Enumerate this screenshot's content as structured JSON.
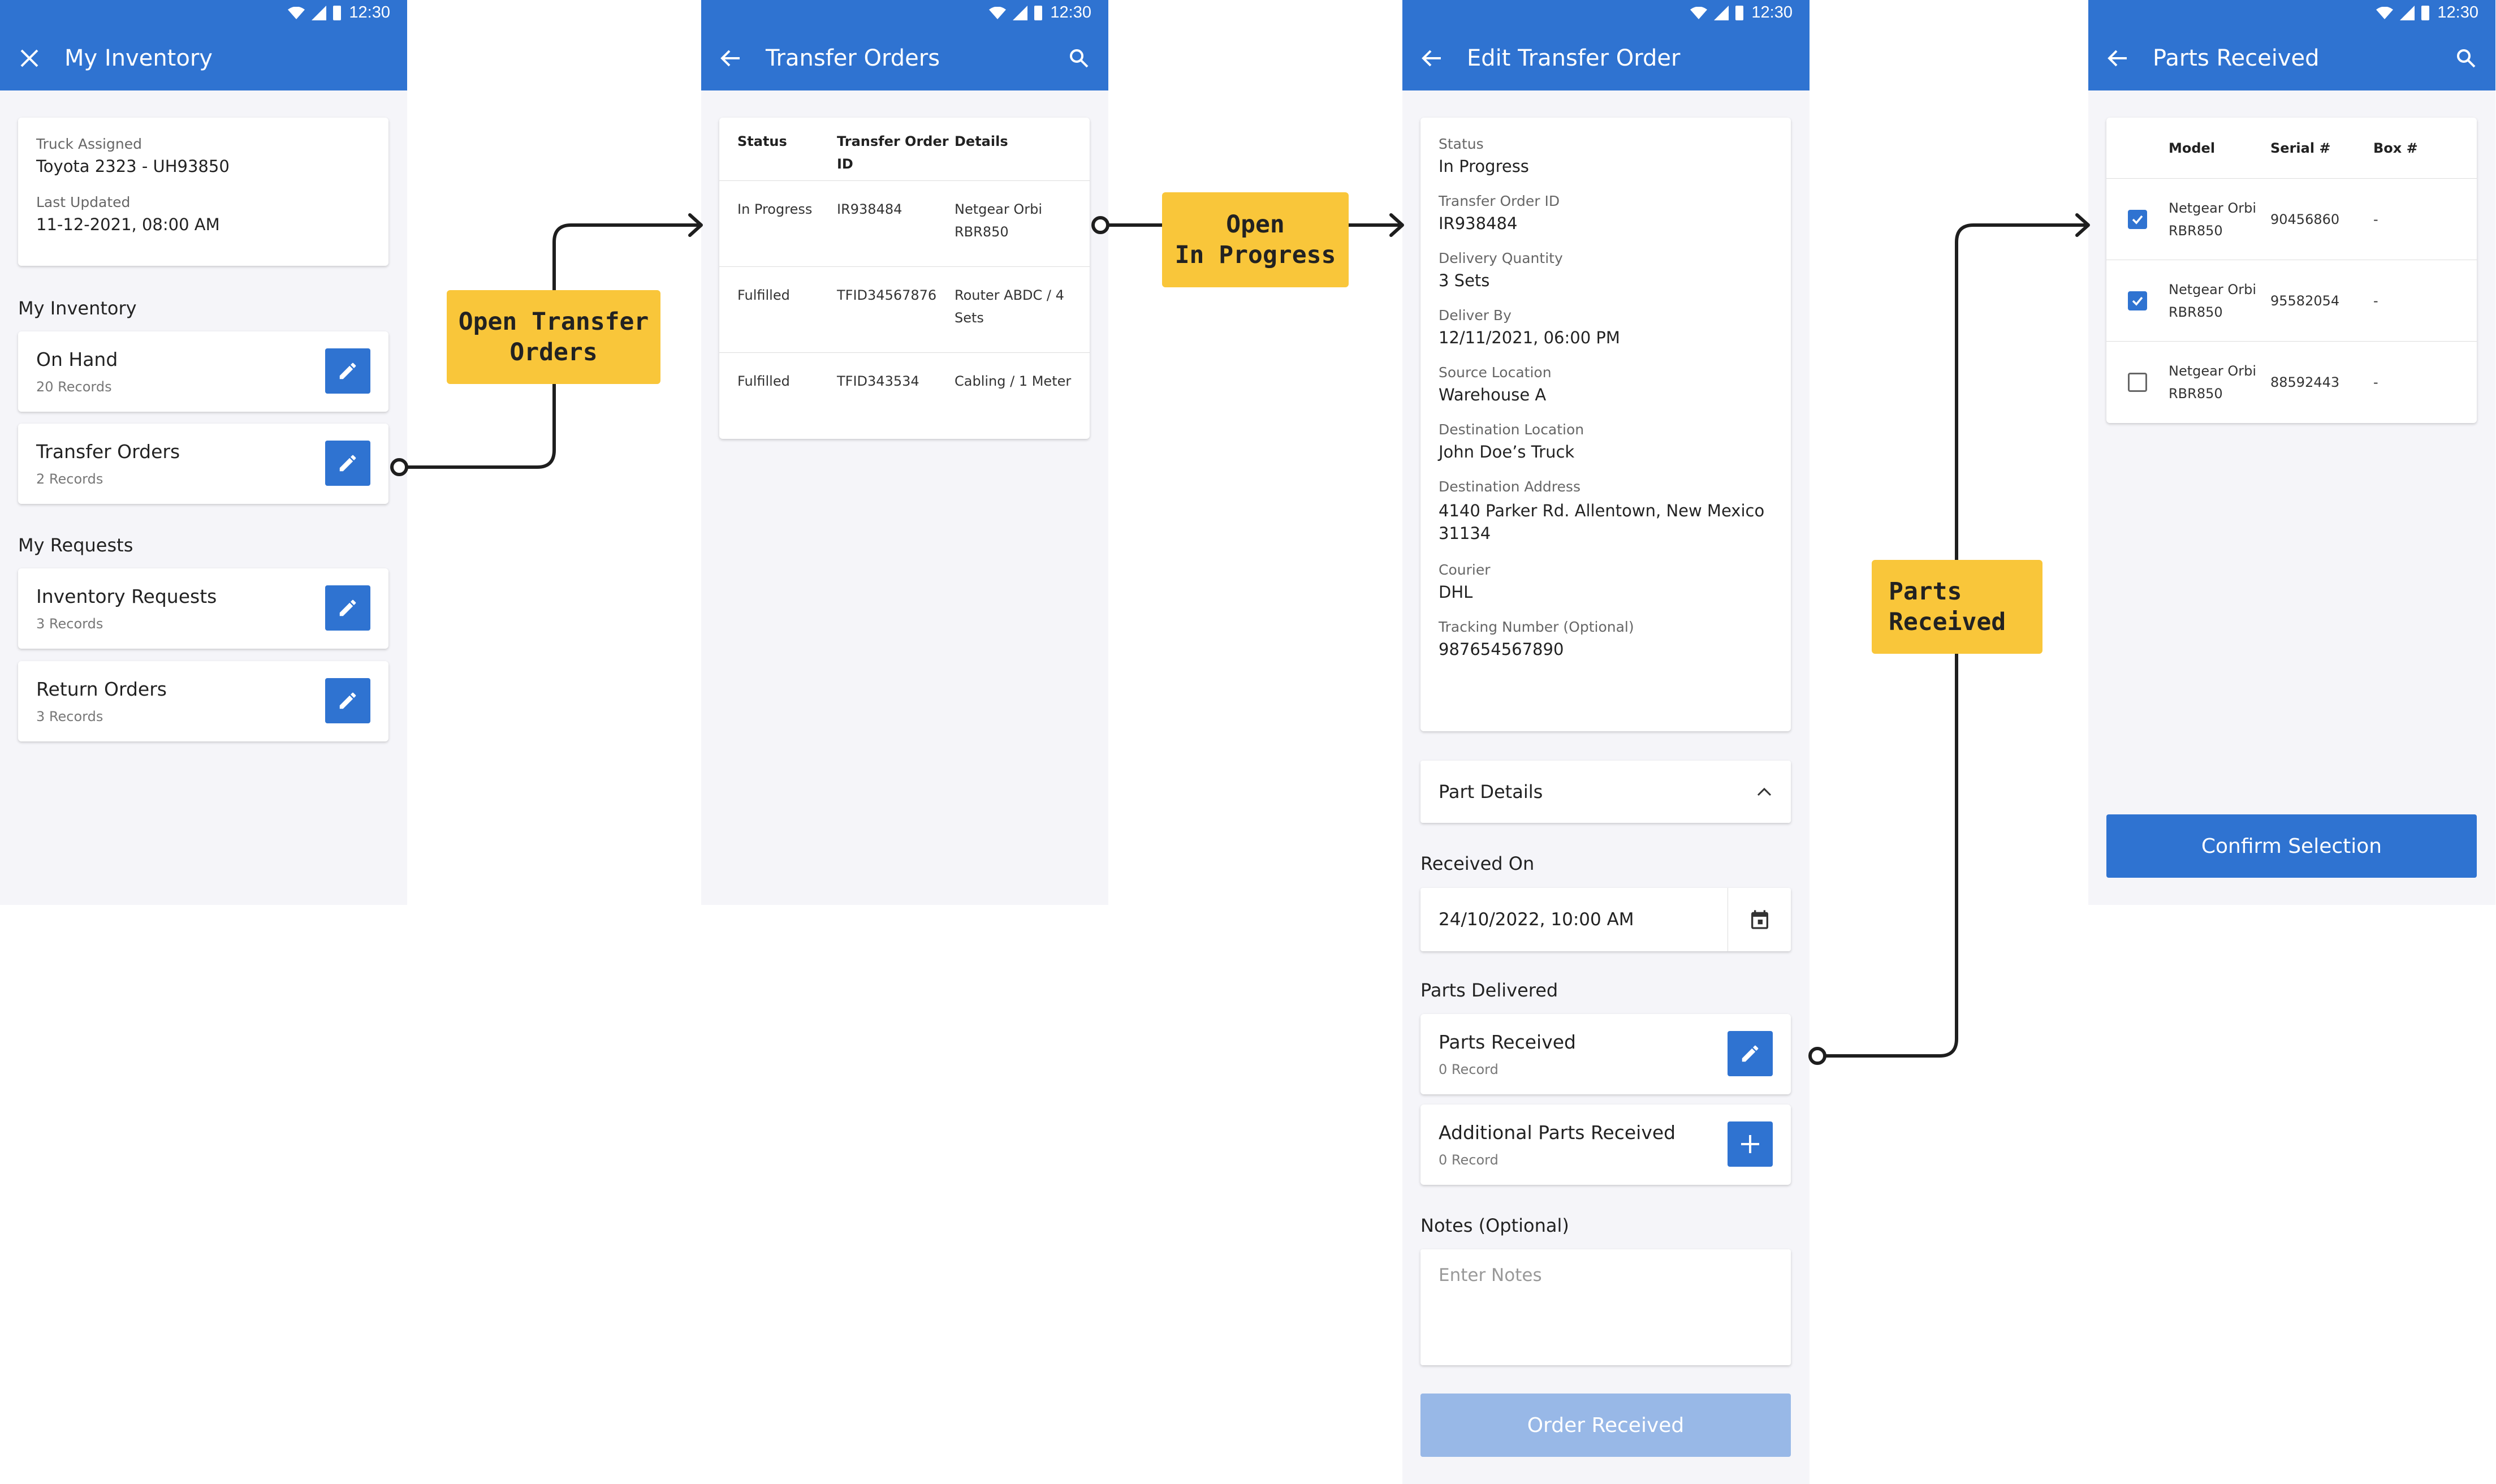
{
  "status_bar": {
    "time": "12:30"
  },
  "screen1": {
    "title": "My Inventory",
    "truck_card": {
      "truck_label": "Truck Assigned",
      "truck_value": "Toyota 2323 - UH93850",
      "updated_label": "Last Updated",
      "updated_value": "11-12-2021, 08:00 AM"
    },
    "inventory_section": "My Inventory",
    "inventory_items": [
      {
        "title": "On Hand",
        "sub": "20 Records"
      },
      {
        "title": "Transfer Orders",
        "sub": "2 Records"
      }
    ],
    "requests_section": "My Requests",
    "request_items": [
      {
        "title": "Inventory Requests",
        "sub": "3 Records"
      },
      {
        "title": "Return Orders",
        "sub": "3 Records"
      }
    ]
  },
  "screen2": {
    "title": "Transfer Orders",
    "columns": [
      "Status",
      "Transfer Order ID",
      "Details"
    ],
    "rows": [
      {
        "status": "In Progress",
        "id": "IR938484",
        "details": "Netgear Orbi RBR850"
      },
      {
        "status": "Fulfilled",
        "id": "TFID34567876",
        "details": "Router ABDC / 4 Sets"
      },
      {
        "status": "Fulfilled",
        "id": "TFID343534",
        "details": "Cabling / 1 Meter"
      }
    ]
  },
  "screen3": {
    "title": "Edit Transfer Order",
    "fields": [
      {
        "label": "Status",
        "value": "In Progress"
      },
      {
        "label": "Transfer Order ID",
        "value": "IR938484"
      },
      {
        "label": "Delivery Quantity",
        "value": "3 Sets"
      },
      {
        "label": "Deliver By",
        "value": "12/11/2021, 06:00 PM"
      },
      {
        "label": "Source Location",
        "value": "Warehouse A"
      },
      {
        "label": "Destination Location",
        "value": "John Doe’s Truck"
      },
      {
        "label": "Destination Address",
        "value": "4140 Parker Rd. Allentown, New Mexico 31134"
      },
      {
        "label": "Courier",
        "value": "DHL"
      },
      {
        "label": "Tracking Number (Optional)",
        "value": "987654567890"
      }
    ],
    "part_details": "Part Details",
    "received_on_label": "Received On",
    "received_on_value": "24/10/2022, 10:00 AM",
    "parts_delivered_label": "Parts Delivered",
    "parts_items": [
      {
        "title": "Parts Received",
        "sub": "0 Record"
      },
      {
        "title": "Additional Parts Received",
        "sub": "0 Record"
      }
    ],
    "notes_label": "Notes (Optional)",
    "notes_placeholder": "Enter Notes",
    "order_button": "Order Received"
  },
  "screen4": {
    "title": "Parts Received",
    "columns": [
      "Model",
      "Serial #",
      "Box #"
    ],
    "rows": [
      {
        "checked": true,
        "model": "Netgear Orbi RBR850",
        "serial": "90456860",
        "box": "-"
      },
      {
        "checked": true,
        "model": "Netgear Orbi RBR850",
        "serial": "95582054",
        "box": "-"
      },
      {
        "checked": false,
        "model": "Netgear Orbi RBR850",
        "serial": "88592443",
        "box": "-"
      }
    ],
    "confirm_button": "Confirm Selection"
  },
  "callouts": {
    "open_transfer": "Open Transfer\nOrders",
    "open_progress": "Open\nIn Progress",
    "parts_received": "Parts\nReceived"
  },
  "colors": {
    "primary": "#2f73d1",
    "callout": "#f9c63a",
    "disabled": "#98b8e7"
  }
}
